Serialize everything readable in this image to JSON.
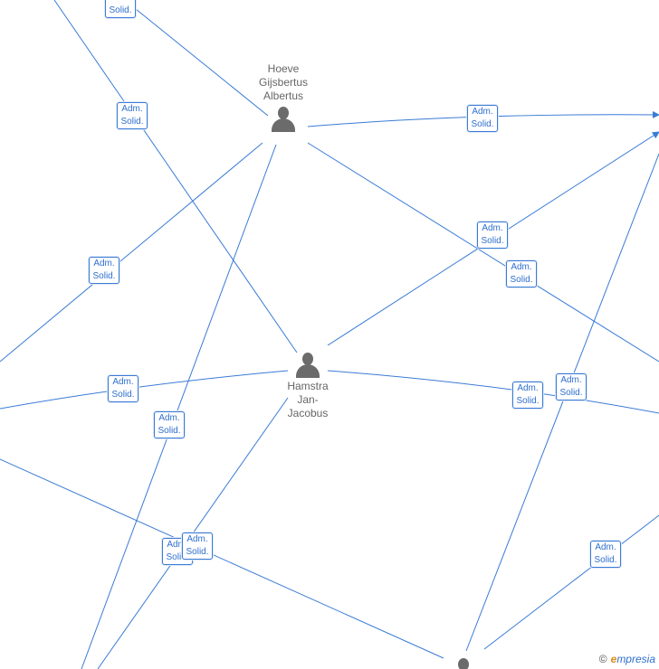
{
  "nodes": {
    "hoeve": {
      "name_lines": [
        "Hoeve",
        "Gijsbertus",
        "Albertus"
      ]
    },
    "hamstra": {
      "name_lines": [
        "Hamstra",
        "Jan-",
        "Jacobus"
      ]
    }
  },
  "edge_label": {
    "line1": "Adm.",
    "line2": "Solid."
  },
  "footer": {
    "copyright": "©",
    "brand_initial": "e",
    "brand_rest": "mpresia"
  },
  "colors": {
    "edge": "#3a7bd5",
    "label_text": "#2f6fce",
    "person": "#6b6b6b"
  }
}
